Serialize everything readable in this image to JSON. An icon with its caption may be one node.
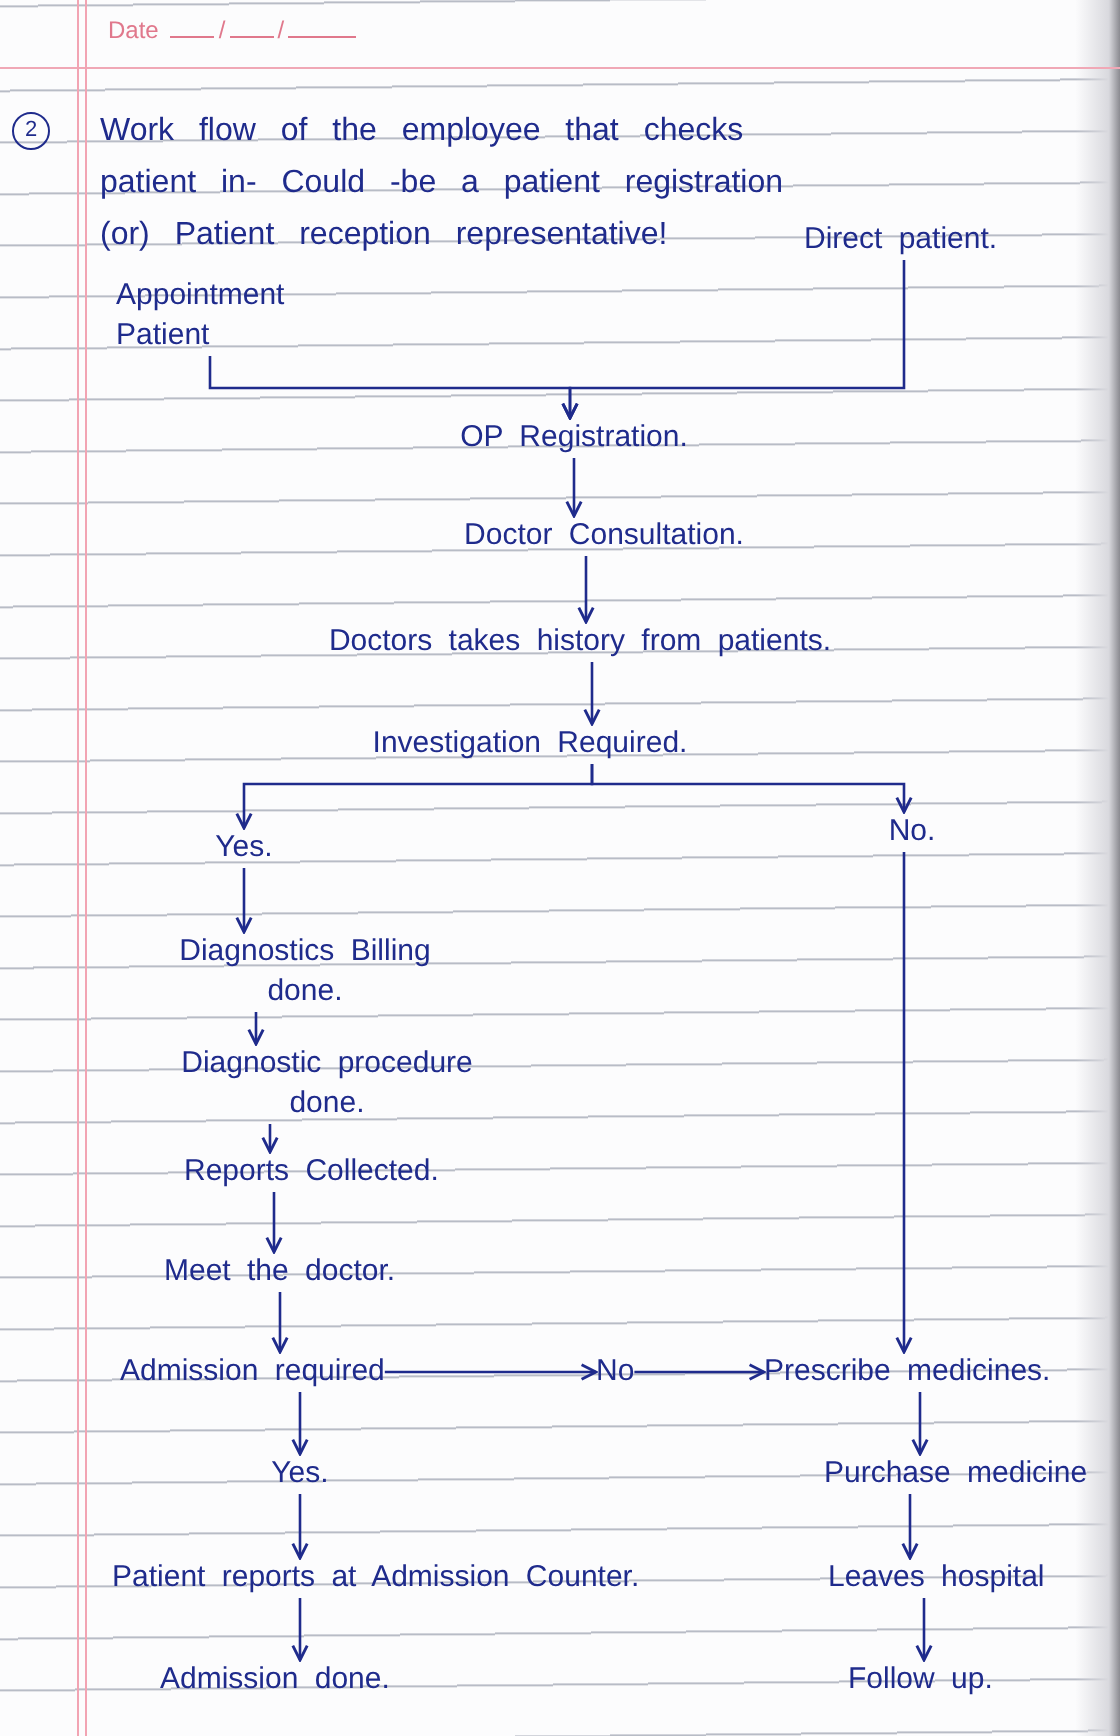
{
  "diagram": {
    "title": "Work flow of the employee that checks patient in- Could -be a patient registration (or) Patient reception representative!",
    "nodes": [
      {
        "text": [
          "Appointment Patient"
        ]
      },
      {
        "text": [
          "Direct patient."
        ]
      },
      {
        "text": [
          "OP Registration."
        ]
      },
      {
        "text": [
          "Doctor Consultation."
        ]
      },
      {
        "text": [
          "Doctors takes history from patients."
        ]
      },
      {
        "text": [
          "Investigation Required."
        ]
      },
      {
        "text": [
          "Yes."
        ]
      },
      {
        "text": [
          "No."
        ]
      },
      {
        "text": [
          "Diagnostics Billing done."
        ]
      },
      {
        "text": [
          "Diagnostic procedure done."
        ]
      },
      {
        "text": [
          "Reports Collected."
        ]
      },
      {
        "text": [
          "Meet the doctor."
        ]
      },
      {
        "text": [
          "Admission required"
        ]
      },
      {
        "text": [
          "No"
        ]
      },
      {
        "text": [
          "Prescribe medicines."
        ]
      },
      {
        "text": [
          "Yes."
        ]
      },
      {
        "text": [
          "Purchase medicine"
        ]
      },
      {
        "text": [
          "Patient reports at Admission Counter."
        ]
      },
      {
        "text": [
          "Leaves hospital"
        ]
      },
      {
        "text": [
          "Admission done."
        ]
      },
      {
        "text": [
          "Follow up."
        ]
      }
    ],
    "edges": [
      {
        "from": 0,
        "to": 2,
        "arrow": "to"
      },
      {
        "from": 1,
        "to": 2,
        "arrow": "to"
      },
      {
        "from": 2,
        "to": 3,
        "arrow": "to"
      },
      {
        "from": 3,
        "to": 4,
        "arrow": "to"
      },
      {
        "from": 4,
        "to": 5,
        "arrow": "to"
      },
      {
        "from": 5,
        "to": 6,
        "arrow": "to"
      },
      {
        "from": 5,
        "to": 7,
        "arrow": "to"
      },
      {
        "from": 6,
        "to": 8,
        "arrow": "to"
      },
      {
        "from": 8,
        "to": 9,
        "arrow": "to"
      },
      {
        "from": 9,
        "to": 10,
        "arrow": "to"
      },
      {
        "from": 10,
        "to": 11,
        "arrow": "to"
      },
      {
        "from": 11,
        "to": 12,
        "arrow": "to"
      },
      {
        "from": 7,
        "to": 14,
        "arrow": "to"
      },
      {
        "from": 12,
        "to": 13,
        "arrow": "to"
      },
      {
        "from": 13,
        "to": 14,
        "arrow": "to"
      },
      {
        "from": 12,
        "to": 15,
        "arrow": "to"
      },
      {
        "from": 15,
        "to": 17,
        "arrow": "to"
      },
      {
        "from": 17,
        "to": 19,
        "arrow": "to"
      },
      {
        "from": 14,
        "to": 16,
        "arrow": "to"
      },
      {
        "from": 16,
        "to": 18,
        "arrow": "to"
      },
      {
        "from": 18,
        "to": 20,
        "arrow": "to"
      }
    ],
    "labels": [
      "Date",
      "/",
      "/",
      "2"
    ]
  }
}
